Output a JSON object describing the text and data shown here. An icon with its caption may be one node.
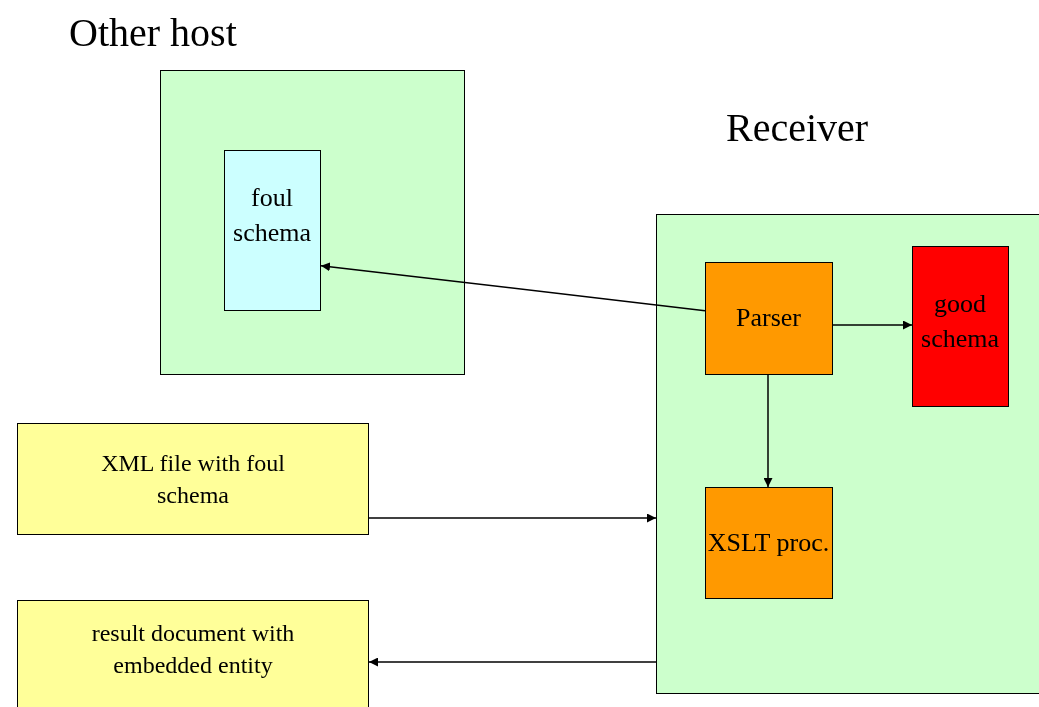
{
  "diagram": {
    "nodes": [
      {
        "text": [
          "Other host"
        ]
      },
      {
        "text": [
          "foul schema"
        ],
        "in": 0
      },
      {
        "text": [
          "Receiver"
        ]
      },
      {
        "text": [
          "Parser"
        ],
        "in": 2
      },
      {
        "text": [
          "good schema"
        ],
        "in": 2
      },
      {
        "text": [
          "XSLT proc."
        ],
        "in": 2
      },
      {
        "text": [
          "XML file with foul schema"
        ]
      },
      {
        "text": [
          "result document with embedded entity"
        ]
      }
    ],
    "edges": [
      {
        "from": 3,
        "to": 1,
        "arrow": "to"
      },
      {
        "from": 3,
        "to": 4,
        "arrow": "to"
      },
      {
        "from": 3,
        "to": 5,
        "arrow": "to"
      },
      {
        "from": 6,
        "to": 2,
        "arrow": "to"
      },
      {
        "from": 2,
        "to": 7,
        "arrow": "to"
      }
    ]
  }
}
